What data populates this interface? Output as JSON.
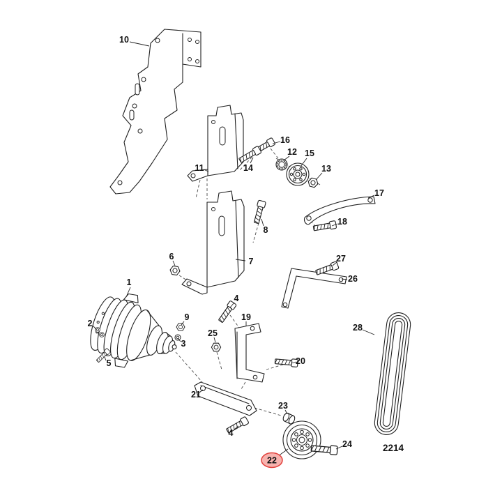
{
  "diagram": {
    "kind": "exploded-parts-diagram",
    "figure_number": "2214",
    "highlight": {
      "part": "22",
      "fill": "#f7b2ae",
      "stroke": "#e2413c",
      "text_color": "#b71c1c"
    },
    "callouts": {
      "p1": "1",
      "p2": "2",
      "p3": "3",
      "p4a": "4",
      "p4b": "4",
      "p5": "5",
      "p6": "6",
      "p7": "7",
      "p8": "8",
      "p9": "9",
      "p10": "10",
      "p11": "11",
      "p12": "12",
      "p13": "13",
      "p14": "14",
      "p15": "15",
      "p16": "16",
      "p17": "17",
      "p18": "18",
      "p19": "19",
      "p20": "20",
      "p21": "21",
      "p22": "22",
      "p23": "23",
      "p24": "24",
      "p25": "25",
      "p26": "26",
      "p27": "27",
      "p28": "28"
    }
  }
}
